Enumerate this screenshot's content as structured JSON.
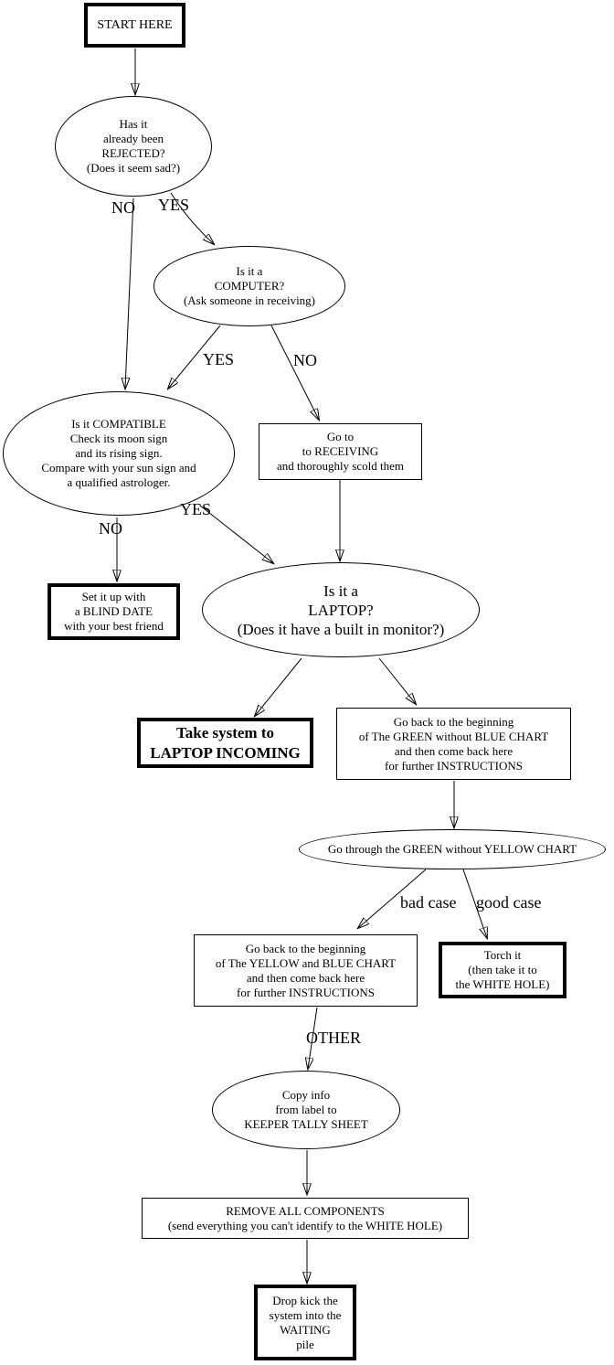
{
  "page": {
    "background": "#ffffff",
    "ink": "#000000"
  },
  "nodes": {
    "start": {
      "label": "START HERE"
    },
    "rejected": {
      "lines": [
        "Has it",
        "already been",
        "REJECTED?",
        "(Does it seem sad?)"
      ]
    },
    "computer": {
      "lines": [
        "Is it a",
        "COMPUTER?",
        "(Ask someone in receiving)"
      ]
    },
    "compatible": {
      "lines": [
        "Is it COMPATIBLE",
        "Check its moon sign",
        "and its rising sign.",
        "Compare with your sun sign and",
        "a qualified astrologer."
      ]
    },
    "receiving": {
      "lines": [
        "Go to",
        "to RECEIVING",
        "and thoroughly scold them"
      ]
    },
    "blind_date": {
      "lines": [
        "Set it up with",
        "a BLIND DATE",
        "with your best friend"
      ]
    },
    "laptop": {
      "lines": [
        "Is it a",
        "LAPTOP?",
        "(Does it have a built in monitor?)"
      ]
    },
    "laptop_incoming": {
      "lines": [
        "Take system to",
        "LAPTOP INCOMING"
      ]
    },
    "green_chart": {
      "lines": [
        "Go back to the beginning",
        "of The GREEN without BLUE CHART",
        "and then come back here",
        "for further INSTRUCTIONS"
      ]
    },
    "green_yellow": {
      "label": "Go through the GREEN without YELLOW CHART"
    },
    "yellow_chart": {
      "lines": [
        "Go back to the beginning",
        "of The YELLOW and BLUE CHART",
        "and then come back here",
        "for further INSTRUCTIONS"
      ]
    },
    "torch": {
      "lines": [
        "Torch it",
        "(then take it to",
        "the WHITE HOLE)"
      ]
    },
    "tally": {
      "lines": [
        "Copy info",
        "from label to",
        "KEEPER TALLY SHEET"
      ]
    },
    "remove": {
      "lines": [
        "REMOVE ALL COMPONENTS",
        "(send everything you can't identify to the WHITE HOLE)"
      ]
    },
    "drop_kick": {
      "lines": [
        "Drop kick the",
        "system into the",
        "WAITING",
        "pile"
      ]
    }
  },
  "edge_labels": {
    "rejected_no": "NO",
    "rejected_yes": "YES",
    "computer_yes": "YES",
    "computer_no": "NO",
    "compatible_no": "NO",
    "compatible_yes": "YES",
    "bad_case": "bad case",
    "good_case": "good case",
    "other": "OTHER"
  }
}
